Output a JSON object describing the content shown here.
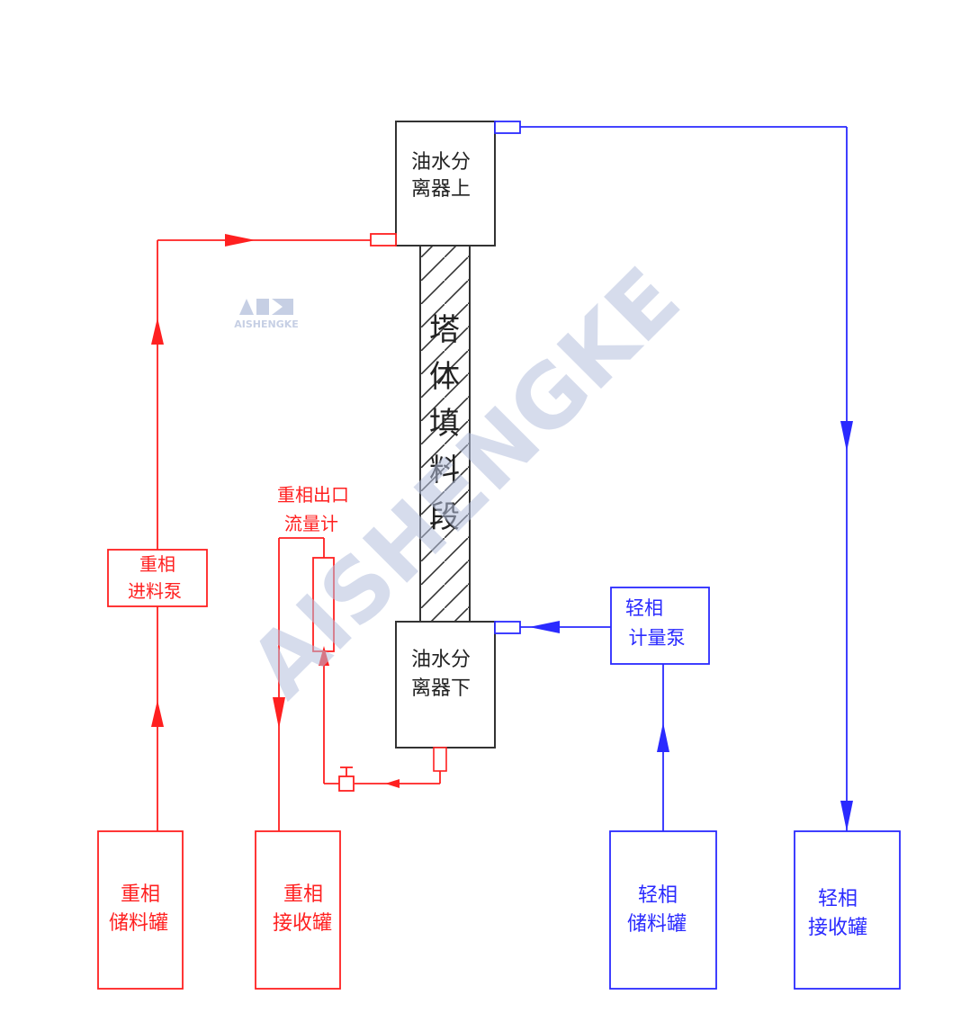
{
  "colors": {
    "heavy": "#ff2020",
    "light": "#2a2aff",
    "column": "#333333",
    "watermark": "#b4c0dc"
  },
  "labels": {
    "separator_top": [
      "油水分",
      "离器上"
    ],
    "separator_bottom": [
      "油水分",
      "离器下"
    ],
    "column_packing": [
      "塔",
      "体",
      "填",
      "料",
      "段"
    ],
    "heavy_outlet_flowmeter": [
      "重相出口",
      "流量计"
    ],
    "heavy_feed_pump": [
      "重相",
      "进料泵"
    ],
    "light_metering_pump": [
      "轻相",
      "计量泵"
    ],
    "heavy_storage_tank": [
      "重相",
      "储料罐"
    ],
    "heavy_receiving_tank": [
      "重相",
      "接收罐"
    ],
    "light_storage_tank": [
      "轻相",
      "储料罐"
    ],
    "light_receiving_tank": [
      "轻相",
      "接收罐"
    ]
  },
  "watermark": {
    "text": "AISHENGKE",
    "logo_text": "AISHENGKE"
  }
}
